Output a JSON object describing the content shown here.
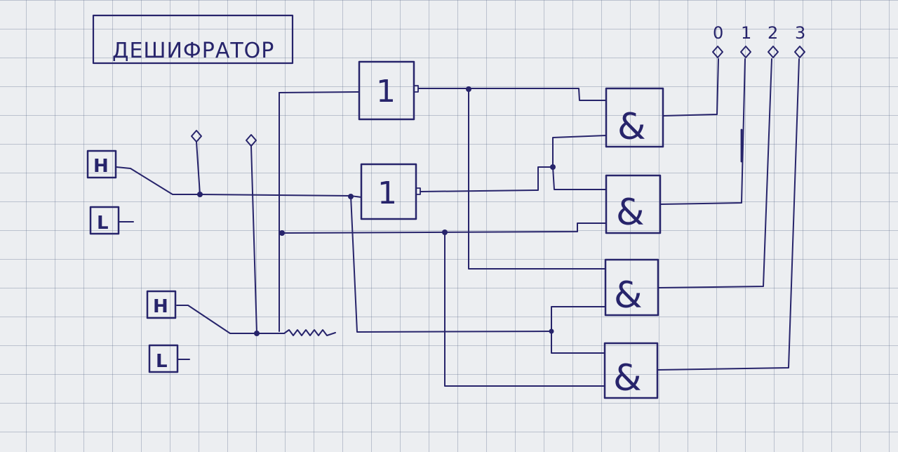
{
  "title": "Дешифратор",
  "inputs": [
    {
      "high": "H",
      "low": "L"
    },
    {
      "high": "H",
      "low": "L"
    }
  ],
  "not_gates": [
    "1",
    "1"
  ],
  "and_gates": [
    "&",
    "&",
    "&",
    "&"
  ],
  "outputs": [
    "0",
    "1",
    "2",
    "3"
  ],
  "colors": {
    "ink": "#27246b",
    "paper": "#eceef1",
    "grid": "#7a87a6"
  }
}
